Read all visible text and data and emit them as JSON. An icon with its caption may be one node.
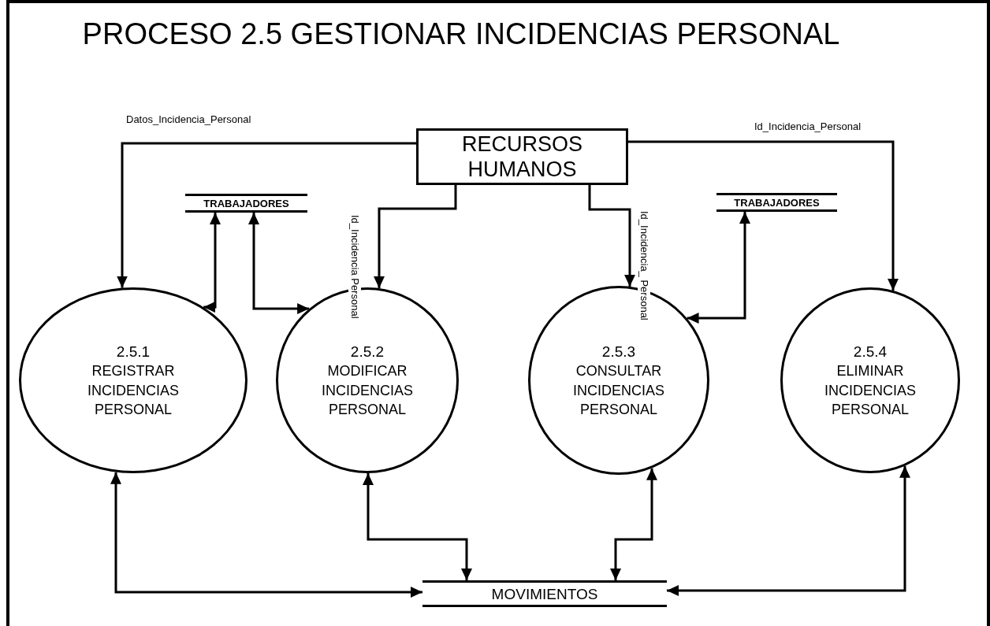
{
  "diagram": {
    "title": "PROCESO 2.5 GESTIONAR INCIDENCIAS PERSONAL",
    "nodes": [
      {
        "text": [
          "RECURSOS HUMANOS"
        ]
      },
      {
        "text": [
          "TRABAJADORES"
        ]
      },
      {
        "text": [
          "TRABAJADORES"
        ]
      },
      {
        "text": [
          "2.5.1",
          "REGISTRAR INCIDENCIAS PERSONAL"
        ]
      },
      {
        "text": [
          "2.5.2",
          "MODIFICAR INCIDENCIAS PERSONAL"
        ]
      },
      {
        "text": [
          "2.5.3",
          "CONSULTAR INCIDENCIAS PERSONAL"
        ]
      },
      {
        "text": [
          "2.5.4",
          "ELIMINAR INCIDENCIAS PERSONAL"
        ]
      },
      {
        "text": [
          "MOVIMIENTOS"
        ]
      }
    ],
    "edges": [
      {
        "from": 0,
        "to": 3,
        "arrow": "to",
        "label": "Datos_Incidencia_Personal"
      },
      {
        "from": 0,
        "to": 4,
        "arrow": "to",
        "label": "Id_Incidencia Personal"
      },
      {
        "from": 0,
        "to": 5,
        "arrow": "to",
        "label": "Id_Incidencia_ Personal"
      },
      {
        "from": 0,
        "to": 6,
        "arrow": "to",
        "label": "Id_Incidencia_Personal"
      },
      {
        "from": 3,
        "to": 1,
        "arrow": "both"
      },
      {
        "from": 4,
        "to": 1,
        "arrow": "both"
      },
      {
        "from": 5,
        "to": 2,
        "arrow": "both"
      },
      {
        "from": 3,
        "to": 7,
        "arrow": "both"
      },
      {
        "from": 4,
        "to": 7,
        "arrow": "both"
      },
      {
        "from": 5,
        "to": 7,
        "arrow": "both"
      },
      {
        "from": 6,
        "to": 7,
        "arrow": "both"
      }
    ]
  }
}
